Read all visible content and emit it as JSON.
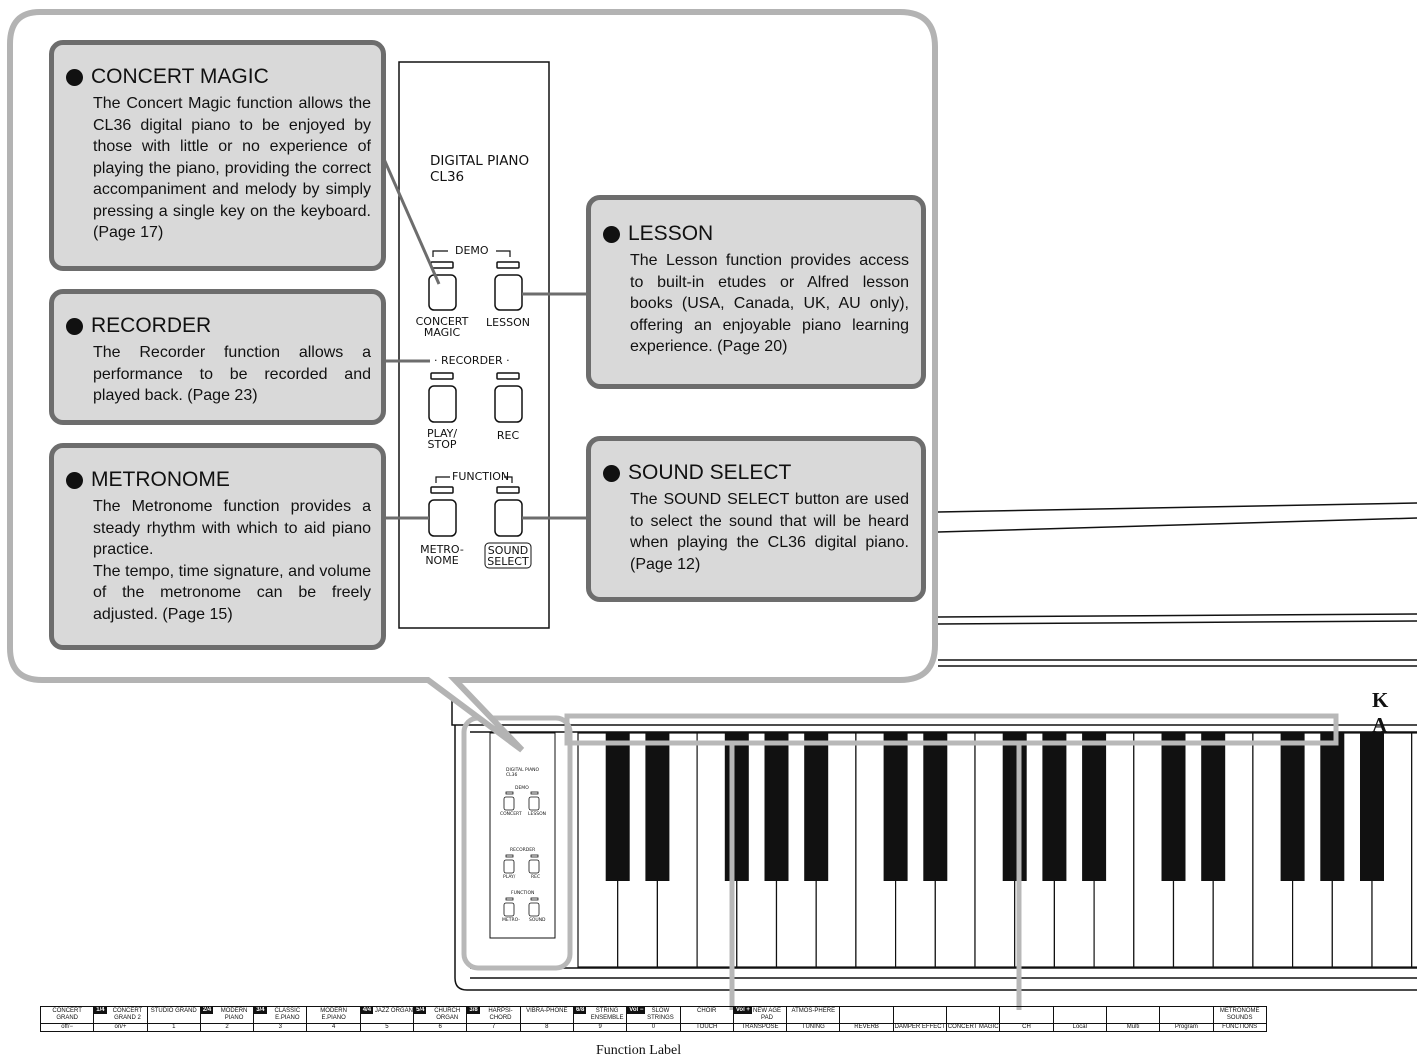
{
  "callouts": {
    "concert_magic": {
      "title": "CONCERT MAGIC",
      "body": "The Concert Magic function allows the CL36 digital piano to be enjoyed by those with little or no experience of playing the piano, providing the correct accompaniment and melody by simply pressing a single key on the keyboard. (Page 17)"
    },
    "recorder": {
      "title": "RECORDER",
      "body": "The Recorder function allows a performance to be recorded and played back. (Page 23)"
    },
    "metronome": {
      "title": "METRONOME",
      "body_1": "The Metronome function provides a steady rhythm with which to aid piano practice.",
      "body_2": "The tempo, time signature, and volume of the metronome can be freely adjusted. (Page 15)"
    },
    "lesson": {
      "title": "LESSON",
      "body": "The Lesson function provides access to built-in etudes or Alfred lesson books (USA, Canada, UK, AU only), offering an enjoyable piano learning experience. (Page 20)"
    },
    "sound_select": {
      "title": "SOUND SELECT",
      "body": "The SOUND SELECT button are used to select the sound that will be heard when playing the CL36 digital piano. (Page 12)"
    }
  },
  "panel": {
    "title_1": "DIGITAL PIANO",
    "title_2": "CL36",
    "demo": "DEMO",
    "recorder": "RECORDER",
    "function": "FUNCTION",
    "concert_magic_1": "CONCERT",
    "concert_magic_2": "MAGIC",
    "lesson": "LESSON",
    "play_stop_1": "PLAY/",
    "play_stop_2": "STOP",
    "rec": "REC",
    "metronome_1": "METRO-",
    "metronome_2": "NOME",
    "sound_select_1": "SOUND",
    "sound_select_2": "SELECT"
  },
  "brand": "K A",
  "function_label": {
    "cells": [
      {
        "tag": "",
        "top": "CONCERT GRAND",
        "bottom": "off/−"
      },
      {
        "tag": "1/4",
        "top": "CONCERT GRAND 2",
        "bottom": "on/+"
      },
      {
        "tag": "",
        "top": "STUDIO GRAND",
        "bottom": "1"
      },
      {
        "tag": "2/4",
        "top": "MODERN PIANO",
        "bottom": "2"
      },
      {
        "tag": "3/4",
        "top": "CLASSIC E.PIANO",
        "bottom": "3"
      },
      {
        "tag": "",
        "top": "MODERN E.PIANO",
        "bottom": "4"
      },
      {
        "tag": "4/4",
        "top": "JAZZ ORGAN",
        "bottom": "5"
      },
      {
        "tag": "5/4",
        "top": "CHURCH ORGAN",
        "bottom": "6"
      },
      {
        "tag": "3/8",
        "top": "HARPSI-CHORD",
        "bottom": "7"
      },
      {
        "tag": "",
        "top": "VIBRA-PHONE",
        "bottom": "8"
      },
      {
        "tag": "6/8",
        "top": "STRING ENSEMBLE",
        "bottom": "9"
      },
      {
        "tag": "Vol −",
        "top": "SLOW STRINGS",
        "bottom": "0"
      },
      {
        "tag": "",
        "top": "CHOIR",
        "bottom": "TOUCH"
      },
      {
        "tag": "Vol +",
        "top": "NEW AGE PAD",
        "bottom": "TRANSPOSE"
      },
      {
        "tag": "",
        "top": "ATMOS-PHERE",
        "bottom": "TUNING"
      },
      {
        "tag": "",
        "top": "",
        "bottom": "REVERB"
      },
      {
        "tag": "",
        "top": "",
        "bottom": "DAMPER EFFECT"
      },
      {
        "tag": "",
        "top": "",
        "bottom": "CONCERT MAGIC"
      },
      {
        "tag": "",
        "top": "",
        "bottom": "CH"
      },
      {
        "tag": "",
        "top": "",
        "bottom": "Local"
      },
      {
        "tag": "",
        "top": "",
        "bottom": "Multi"
      },
      {
        "tag": "",
        "top": "",
        "bottom": "Program"
      },
      {
        "tag": "",
        "top": "METRONOME SOUNDS",
        "bottom": "FUNCTIONS"
      }
    ]
  },
  "caption": "Function Label"
}
